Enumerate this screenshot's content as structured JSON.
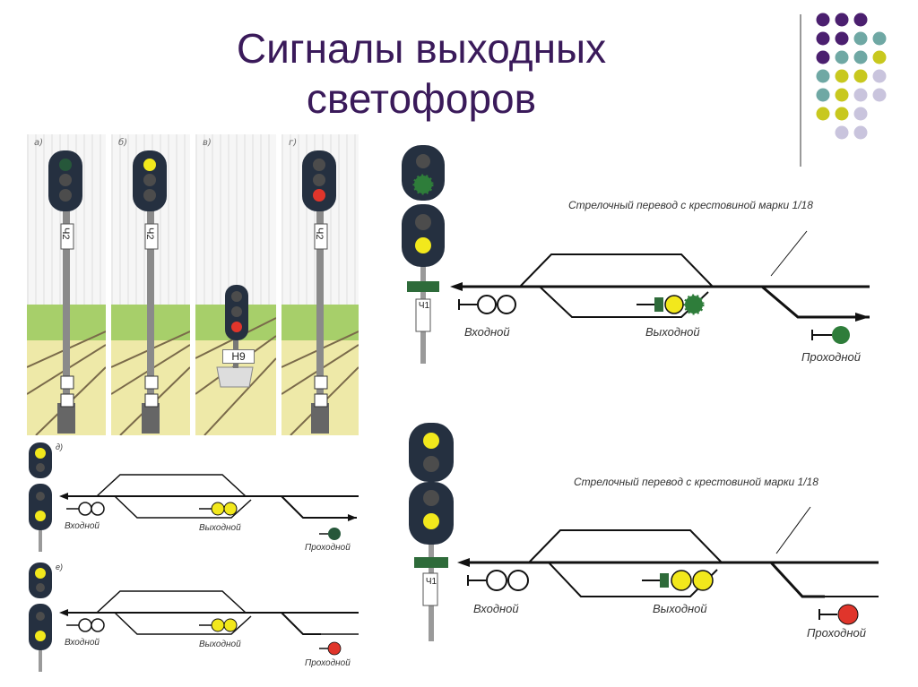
{
  "title": {
    "line1": "Сигналы выходных",
    "line2": "светофоров"
  },
  "panels": {
    "a": {
      "letter": "а)",
      "plate": "Ч2"
    },
    "b": {
      "letter": "б)",
      "plate": "Ч2"
    },
    "v": {
      "letter": "в)",
      "plate": "Н9"
    },
    "g": {
      "letter": "г)",
      "plate": "Ч2"
    },
    "d": {
      "letter": "д)"
    },
    "e": {
      "letter": "е)"
    }
  },
  "diagrams": {
    "top": {
      "switch_caption": "Стрелочный перевод с крестовиной марки 1/18",
      "entry_label": "Входной",
      "exit_label": "Выходной",
      "pass_label": "Проходной",
      "plate": "Ч1"
    },
    "bottom": {
      "switch_caption": "Стрелочный перевод с крестовиной марки 1/18",
      "entry_label": "Входной",
      "exit_label": "Выходной",
      "pass_label": "Проходной",
      "plate": "Ч1"
    },
    "small_d": {
      "entry_label": "Входной",
      "exit_label": "Выходной",
      "pass_label": "Проходной"
    },
    "small_e": {
      "entry_label": "Входной",
      "exit_label": "Выходной",
      "pass_label": "Проходной"
    }
  },
  "colors": {
    "title": "#3a1a5a",
    "signal_green": "#2e7d3a",
    "signal_yellow": "#f2e81c",
    "signal_red": "#e0352b",
    "signal_head": "#253040",
    "dot_purple": "#4b1f6f",
    "dot_teal": "#6fa8a4",
    "dot_olive": "#c8c81e",
    "dot_lavender": "#c9c4dd"
  }
}
